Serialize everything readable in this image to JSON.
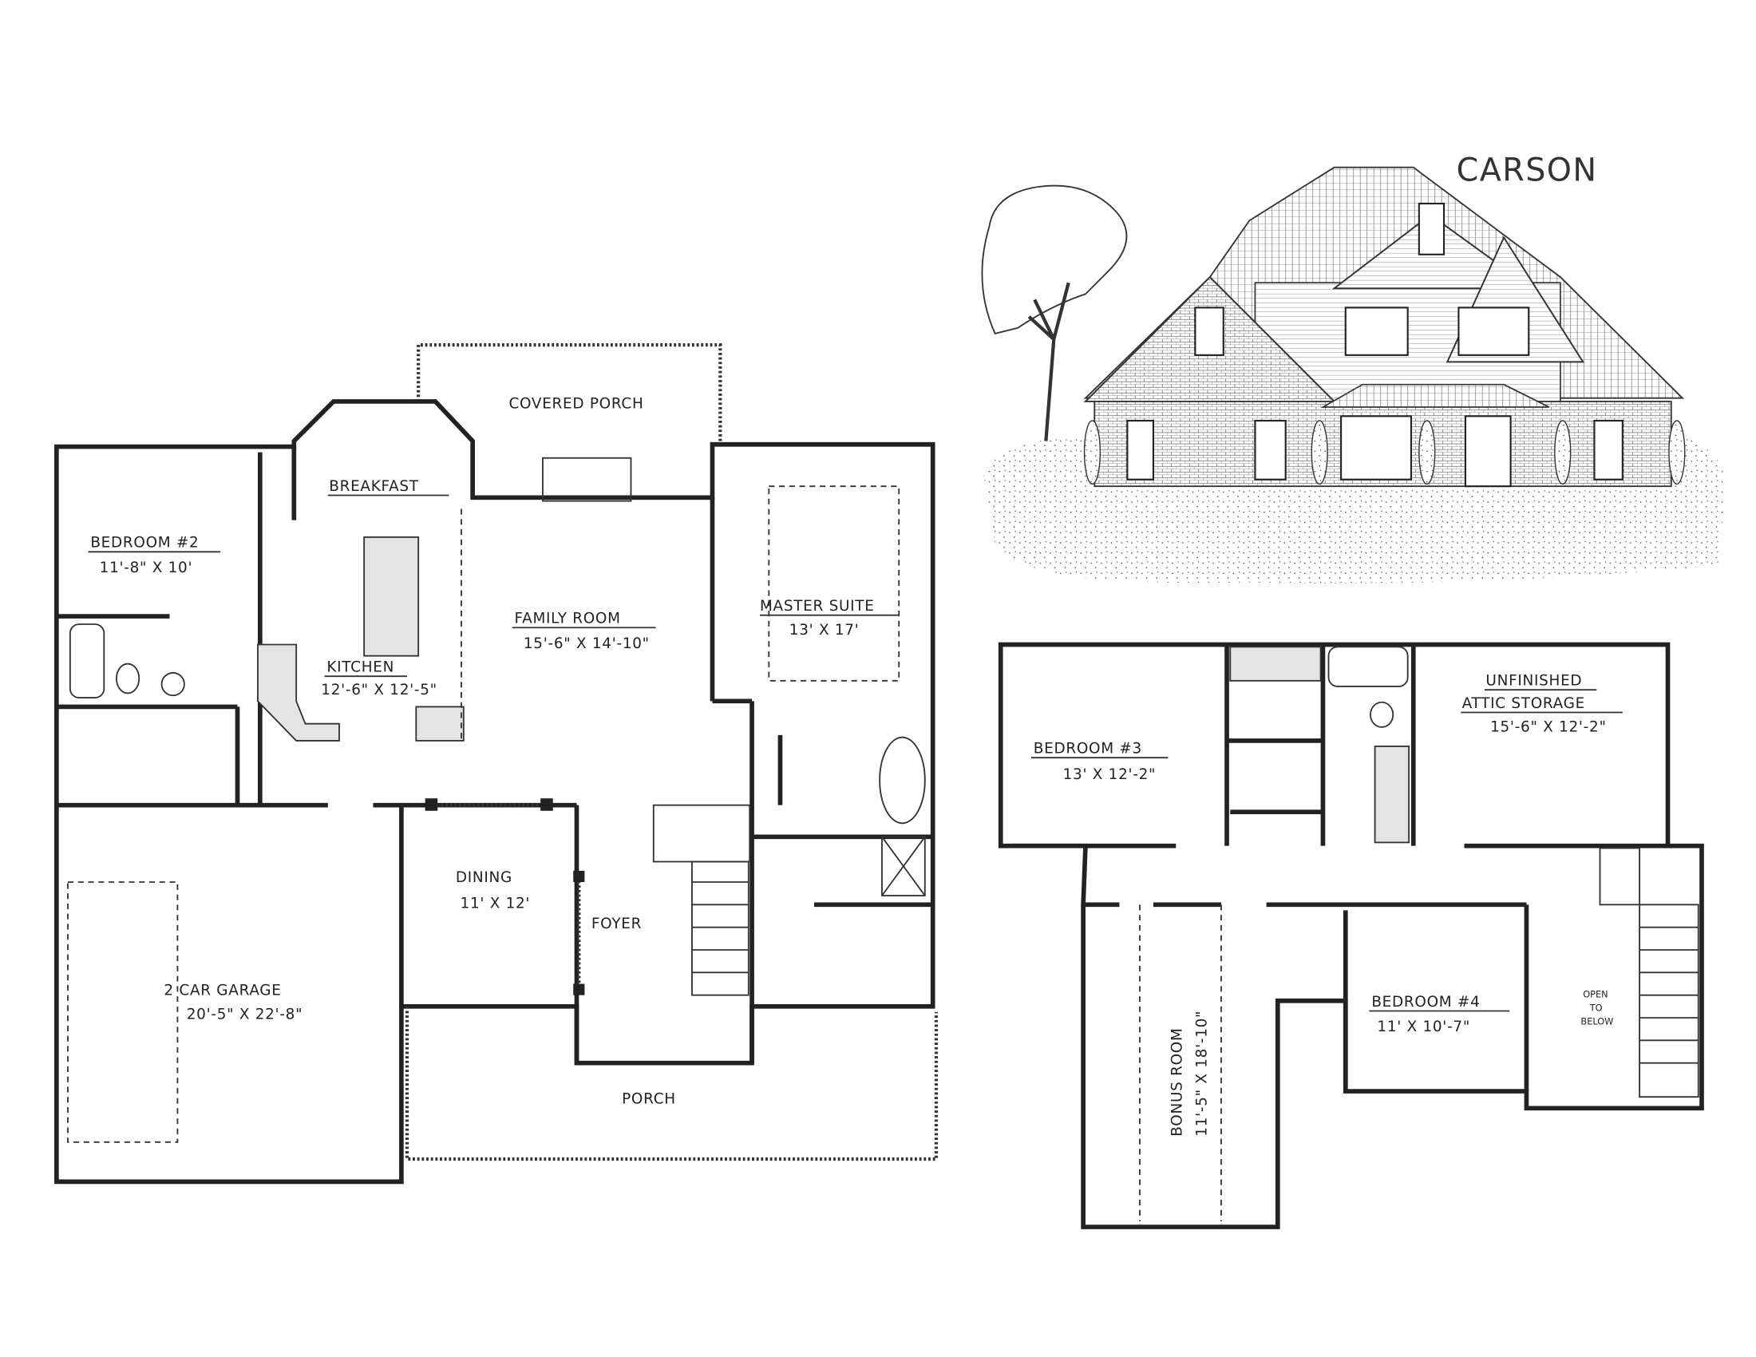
{
  "title": "CARSON",
  "first_floor": {
    "rooms": [
      {
        "name": "COVERED PORCH",
        "size": ""
      },
      {
        "name": "BREAKFAST",
        "size": ""
      },
      {
        "name": "BEDROOM #2",
        "size": "11'-8\" X 10'"
      },
      {
        "name": "FAMILY ROOM",
        "size": "15'-6\" X 14'-10\""
      },
      {
        "name": "MASTER SUITE",
        "size": "13' X 17'"
      },
      {
        "name": "KITCHEN",
        "size": "12'-6\" X 12'-5\""
      },
      {
        "name": "DINING",
        "size": "11' X 12'"
      },
      {
        "name": "FOYER",
        "size": ""
      },
      {
        "name": "2 CAR GARAGE",
        "size": "20'-5\" X 22'-8\""
      },
      {
        "name": "PORCH",
        "size": ""
      }
    ]
  },
  "second_floor": {
    "rooms": [
      {
        "name": "BEDROOM #3",
        "size": "13' X 12'-2\""
      },
      {
        "name": "UNFINISHED",
        "name2": "ATTIC STORAGE",
        "size": "15'-6\" X 12'-2\""
      },
      {
        "name": "BEDROOM #4",
        "size": "11' X 10'-7\""
      },
      {
        "name": "BONUS ROOM",
        "size": "11'-5\" X 18'-10\""
      }
    ],
    "open_to_below": [
      "OPEN",
      "TO",
      "BELOW"
    ]
  }
}
